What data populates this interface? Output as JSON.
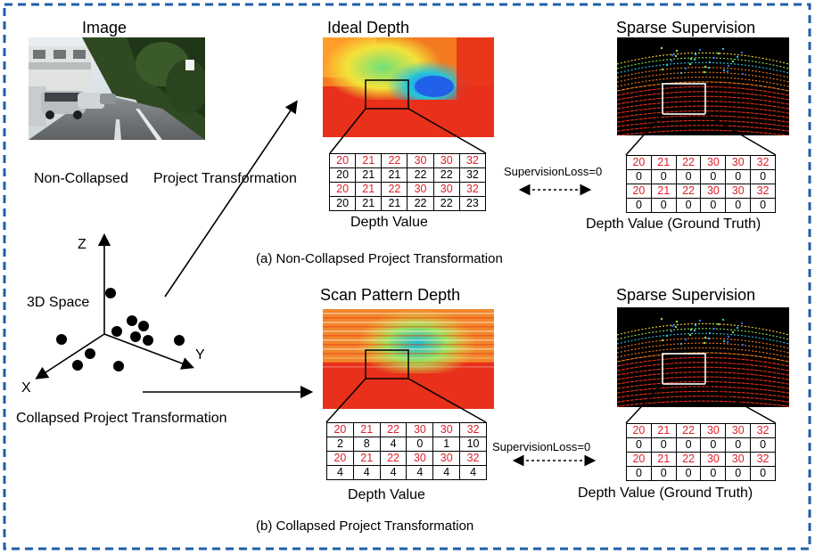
{
  "top": {
    "image_label": "Image",
    "ideal_title": "Ideal Depth",
    "sparse_title": "Sparse Supervision",
    "noncollapsed_label": "Non-Collapsed",
    "project_transformation_label": "Project Transformation",
    "depth_value_label": "Depth Value",
    "gt_label": "Depth Value (Ground Truth)",
    "loss_label": "SupervisionLoss=0",
    "caption": "(a) Non-Collapsed Project Transformation",
    "pred_table": [
      [
        "20",
        "21",
        "22",
        "30",
        "30",
        "32"
      ],
      [
        "20",
        "21",
        "21",
        "22",
        "22",
        "32"
      ],
      [
        "20",
        "21",
        "22",
        "30",
        "30",
        "32"
      ],
      [
        "20",
        "21",
        "21",
        "22",
        "22",
        "23"
      ]
    ],
    "pred_red_rows": [
      0,
      2
    ],
    "gt_table": [
      [
        "20",
        "21",
        "22",
        "30",
        "30",
        "32"
      ],
      [
        "0",
        "0",
        "0",
        "0",
        "0",
        "0"
      ],
      [
        "20",
        "21",
        "22",
        "30",
        "30",
        "32"
      ],
      [
        "0",
        "0",
        "0",
        "0",
        "0",
        "0"
      ]
    ],
    "gt_red_rows": [
      0,
      2
    ]
  },
  "space": {
    "title": "3D Space",
    "axis_z": "Z",
    "axis_y": "Y",
    "axis_x": "X"
  },
  "bottom": {
    "scan_title": "Scan Pattern Depth",
    "sparse_title": "Sparse Supervision",
    "collapsed_label": "Collapsed Project Transformation",
    "depth_value_label": "Depth Value",
    "gt_label": "Depth Value (Ground Truth)",
    "loss_label": "SupervisionLoss=0",
    "caption": "(b) Collapsed Project Transformation",
    "pred_table": [
      [
        "20",
        "21",
        "22",
        "30",
        "30",
        "32"
      ],
      [
        "2",
        "8",
        "4",
        "0",
        "1",
        "10"
      ],
      [
        "20",
        "21",
        "22",
        "30",
        "30",
        "32"
      ],
      [
        "4",
        "4",
        "4",
        "4",
        "4",
        "4"
      ]
    ],
    "pred_red_rows": [
      0,
      2
    ],
    "gt_table": [
      [
        "20",
        "21",
        "22",
        "30",
        "30",
        "32"
      ],
      [
        "0",
        "0",
        "0",
        "0",
        "0",
        "0"
      ],
      [
        "20",
        "21",
        "22",
        "30",
        "30",
        "32"
      ],
      [
        "0",
        "0",
        "0",
        "0",
        "0",
        "0"
      ]
    ],
    "gt_red_rows": [
      0,
      2
    ]
  },
  "colors": {
    "frame_dashes": "#1f5fa8",
    "red_text": "#e0202a",
    "depth_red": "#e8301a"
  }
}
